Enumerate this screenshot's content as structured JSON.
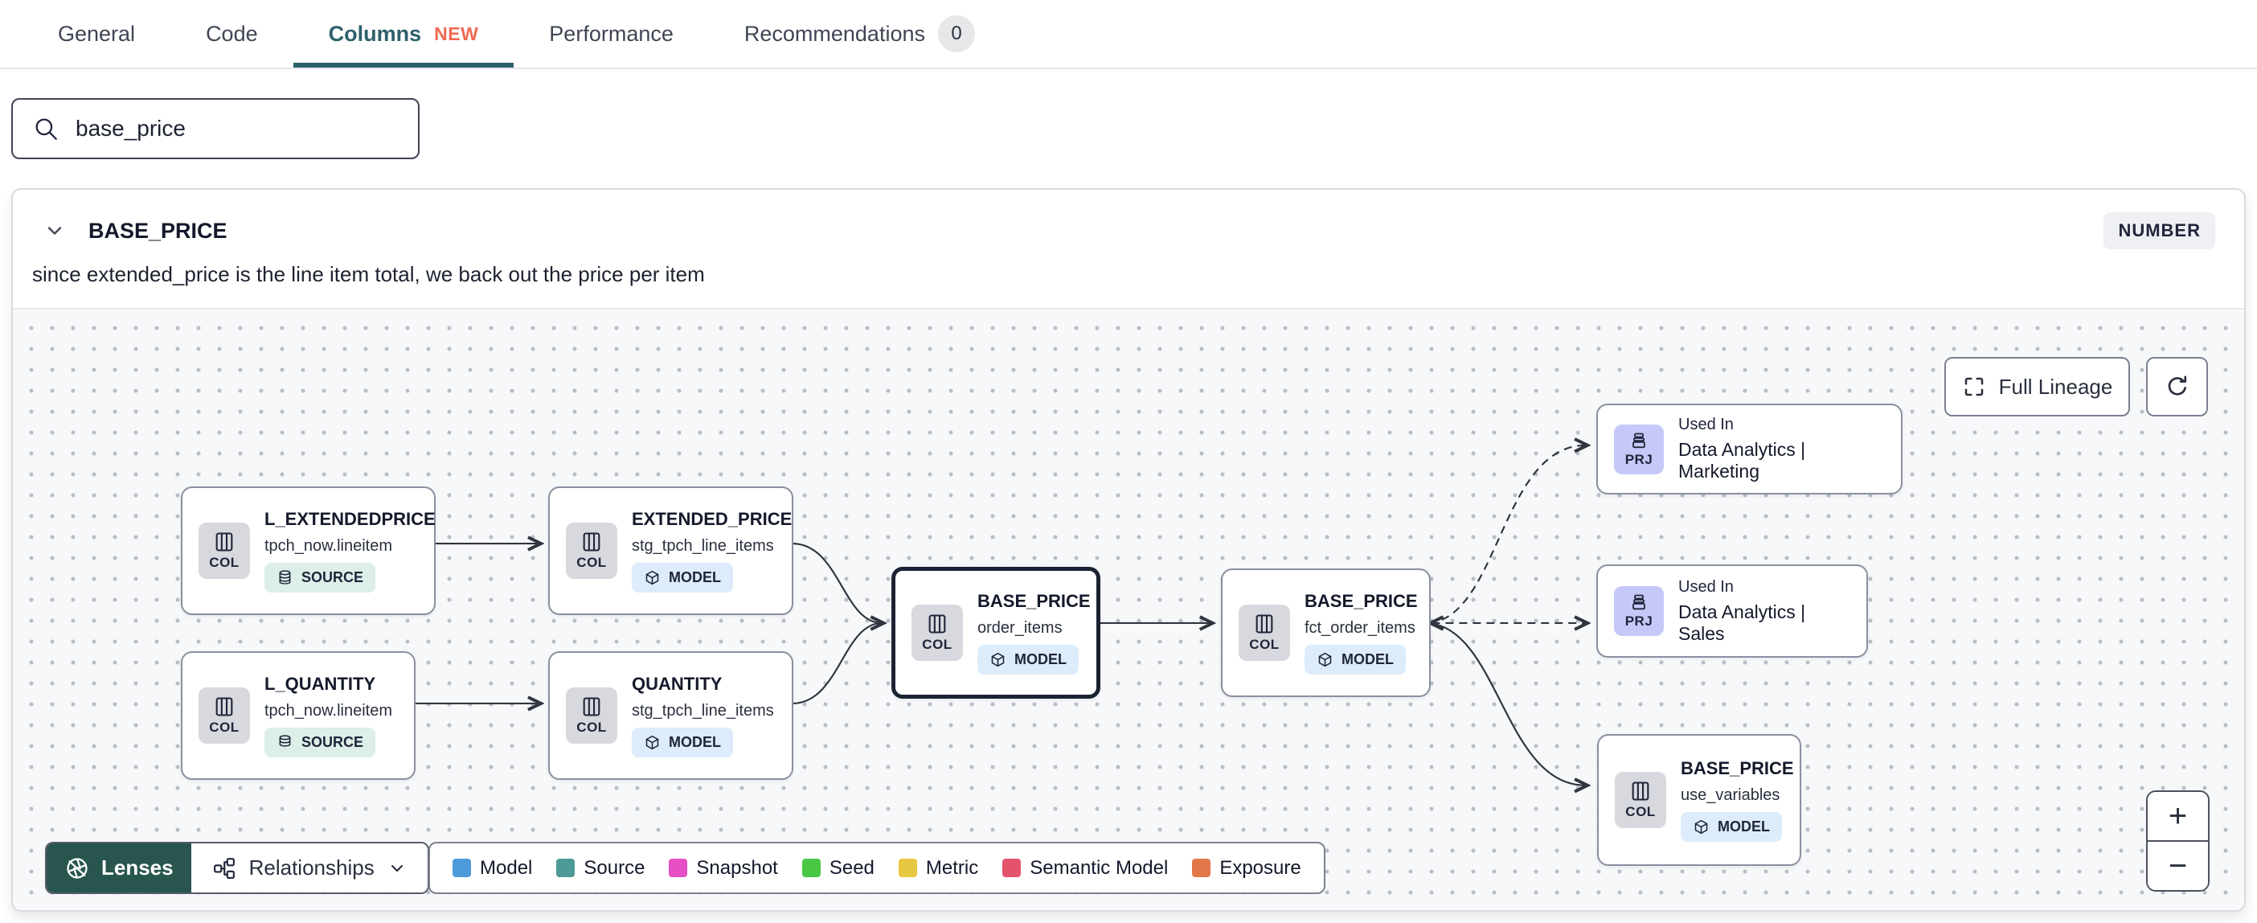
{
  "colors": {
    "accent_teal": "#2d606b",
    "new_badge_orange": "#ef6a51",
    "lenses_green": "#28564e",
    "edge": "#30353f",
    "selected_node_border": "#1b2233",
    "model_badge_bg": "#ddecfa",
    "source_badge_bg": "#dcefe8",
    "column_icon_bg": "#d7d9de",
    "project_icon_bg": "#c6c9f8"
  },
  "tabs": {
    "items": [
      {
        "label": "General"
      },
      {
        "label": "Code"
      },
      {
        "label": "Columns",
        "badge": "NEW",
        "active": true
      },
      {
        "label": "Performance"
      },
      {
        "label": "Recommendations",
        "count": "0"
      }
    ]
  },
  "search": {
    "value": "base_price"
  },
  "column_details": {
    "name": "BASE_PRICE",
    "type": "NUMBER",
    "description": "since extended_price is the line item total, we back out the price per item"
  },
  "lineage": {
    "full_lineage_label": "Full Lineage",
    "zoom_in_label": "+",
    "zoom_out_label": "−",
    "lenses_label": "Lenses",
    "relationships_label": "Relationships",
    "legend": [
      {
        "label": "Model",
        "color": "#4e9bdb"
      },
      {
        "label": "Source",
        "color": "#4d9a97"
      },
      {
        "label": "Snapshot",
        "color": "#e74fc4"
      },
      {
        "label": "Seed",
        "color": "#49c846"
      },
      {
        "label": "Metric",
        "color": "#e8c843"
      },
      {
        "label": "Semantic Model",
        "color": "#e4536b"
      },
      {
        "label": "Exposure",
        "color": "#e2784a"
      }
    ],
    "nodes": [
      {
        "icon_label": "COL",
        "title": "L_EXTENDEDPRICE",
        "subtitle": "tpch_now.lineitem",
        "badge": "SOURCE"
      },
      {
        "icon_label": "COL",
        "title": "EXTENDED_PRICE",
        "subtitle": "stg_tpch_line_items",
        "badge": "MODEL"
      },
      {
        "icon_label": "COL",
        "title": "L_QUANTITY",
        "subtitle": "tpch_now.lineitem",
        "badge": "SOURCE"
      },
      {
        "icon_label": "COL",
        "title": "QUANTITY",
        "subtitle": "stg_tpch_line_items",
        "badge": "MODEL"
      },
      {
        "icon_label": "COL",
        "title": "BASE_PRICE",
        "subtitle": "order_items",
        "badge": "MODEL",
        "selected": true
      },
      {
        "icon_label": "COL",
        "title": "BASE_PRICE",
        "subtitle": "fct_order_items",
        "badge": "MODEL"
      },
      {
        "icon_label": "PRJ",
        "title": "Used In",
        "subtitle": "Data Analytics | Marketing"
      },
      {
        "icon_label": "PRJ",
        "title": "Used In",
        "subtitle": "Data Analytics | Sales"
      },
      {
        "icon_label": "COL",
        "title": "BASE_PRICE",
        "subtitle": "use_variables",
        "badge": "MODEL"
      }
    ]
  }
}
